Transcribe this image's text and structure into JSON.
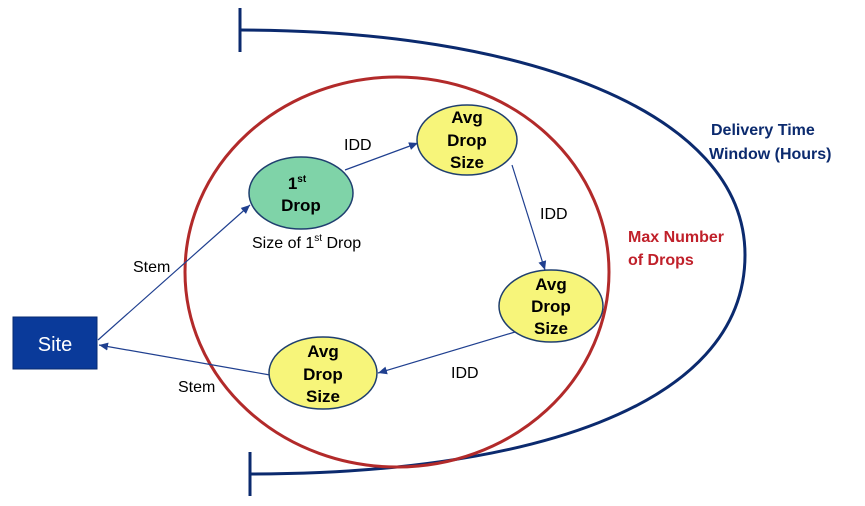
{
  "site": {
    "label": "Site"
  },
  "first_drop": {
    "line1": "1",
    "sup": "st",
    "line2": "Drop"
  },
  "size_first": {
    "prefix": "Size of 1",
    "sup": "st",
    "suffix": " Drop"
  },
  "avg_drop": {
    "top": [
      "Avg",
      "Drop",
      "Size"
    ],
    "right": [
      "Avg",
      "Drop",
      "Size"
    ],
    "bottom": [
      "Avg",
      "Drop",
      "Size"
    ]
  },
  "edges": {
    "idd_top": "IDD",
    "idd_right": "IDD",
    "idd_bottom": "IDD",
    "stem_upper": "Stem",
    "stem_lower": "Stem"
  },
  "delivery_window": {
    "line1": "Delivery Time",
    "line2": "Window (Hours)"
  },
  "max_drops": {
    "line1": "Max Number",
    "line2": "of Drops"
  },
  "colors": {
    "navy": "#0b2a6e",
    "red": "#b22a2a",
    "green": "#7fd3a8",
    "yellow": "#f7f57a",
    "site_blue": "#0a3a9a",
    "arrow": "#1f3f8f"
  }
}
